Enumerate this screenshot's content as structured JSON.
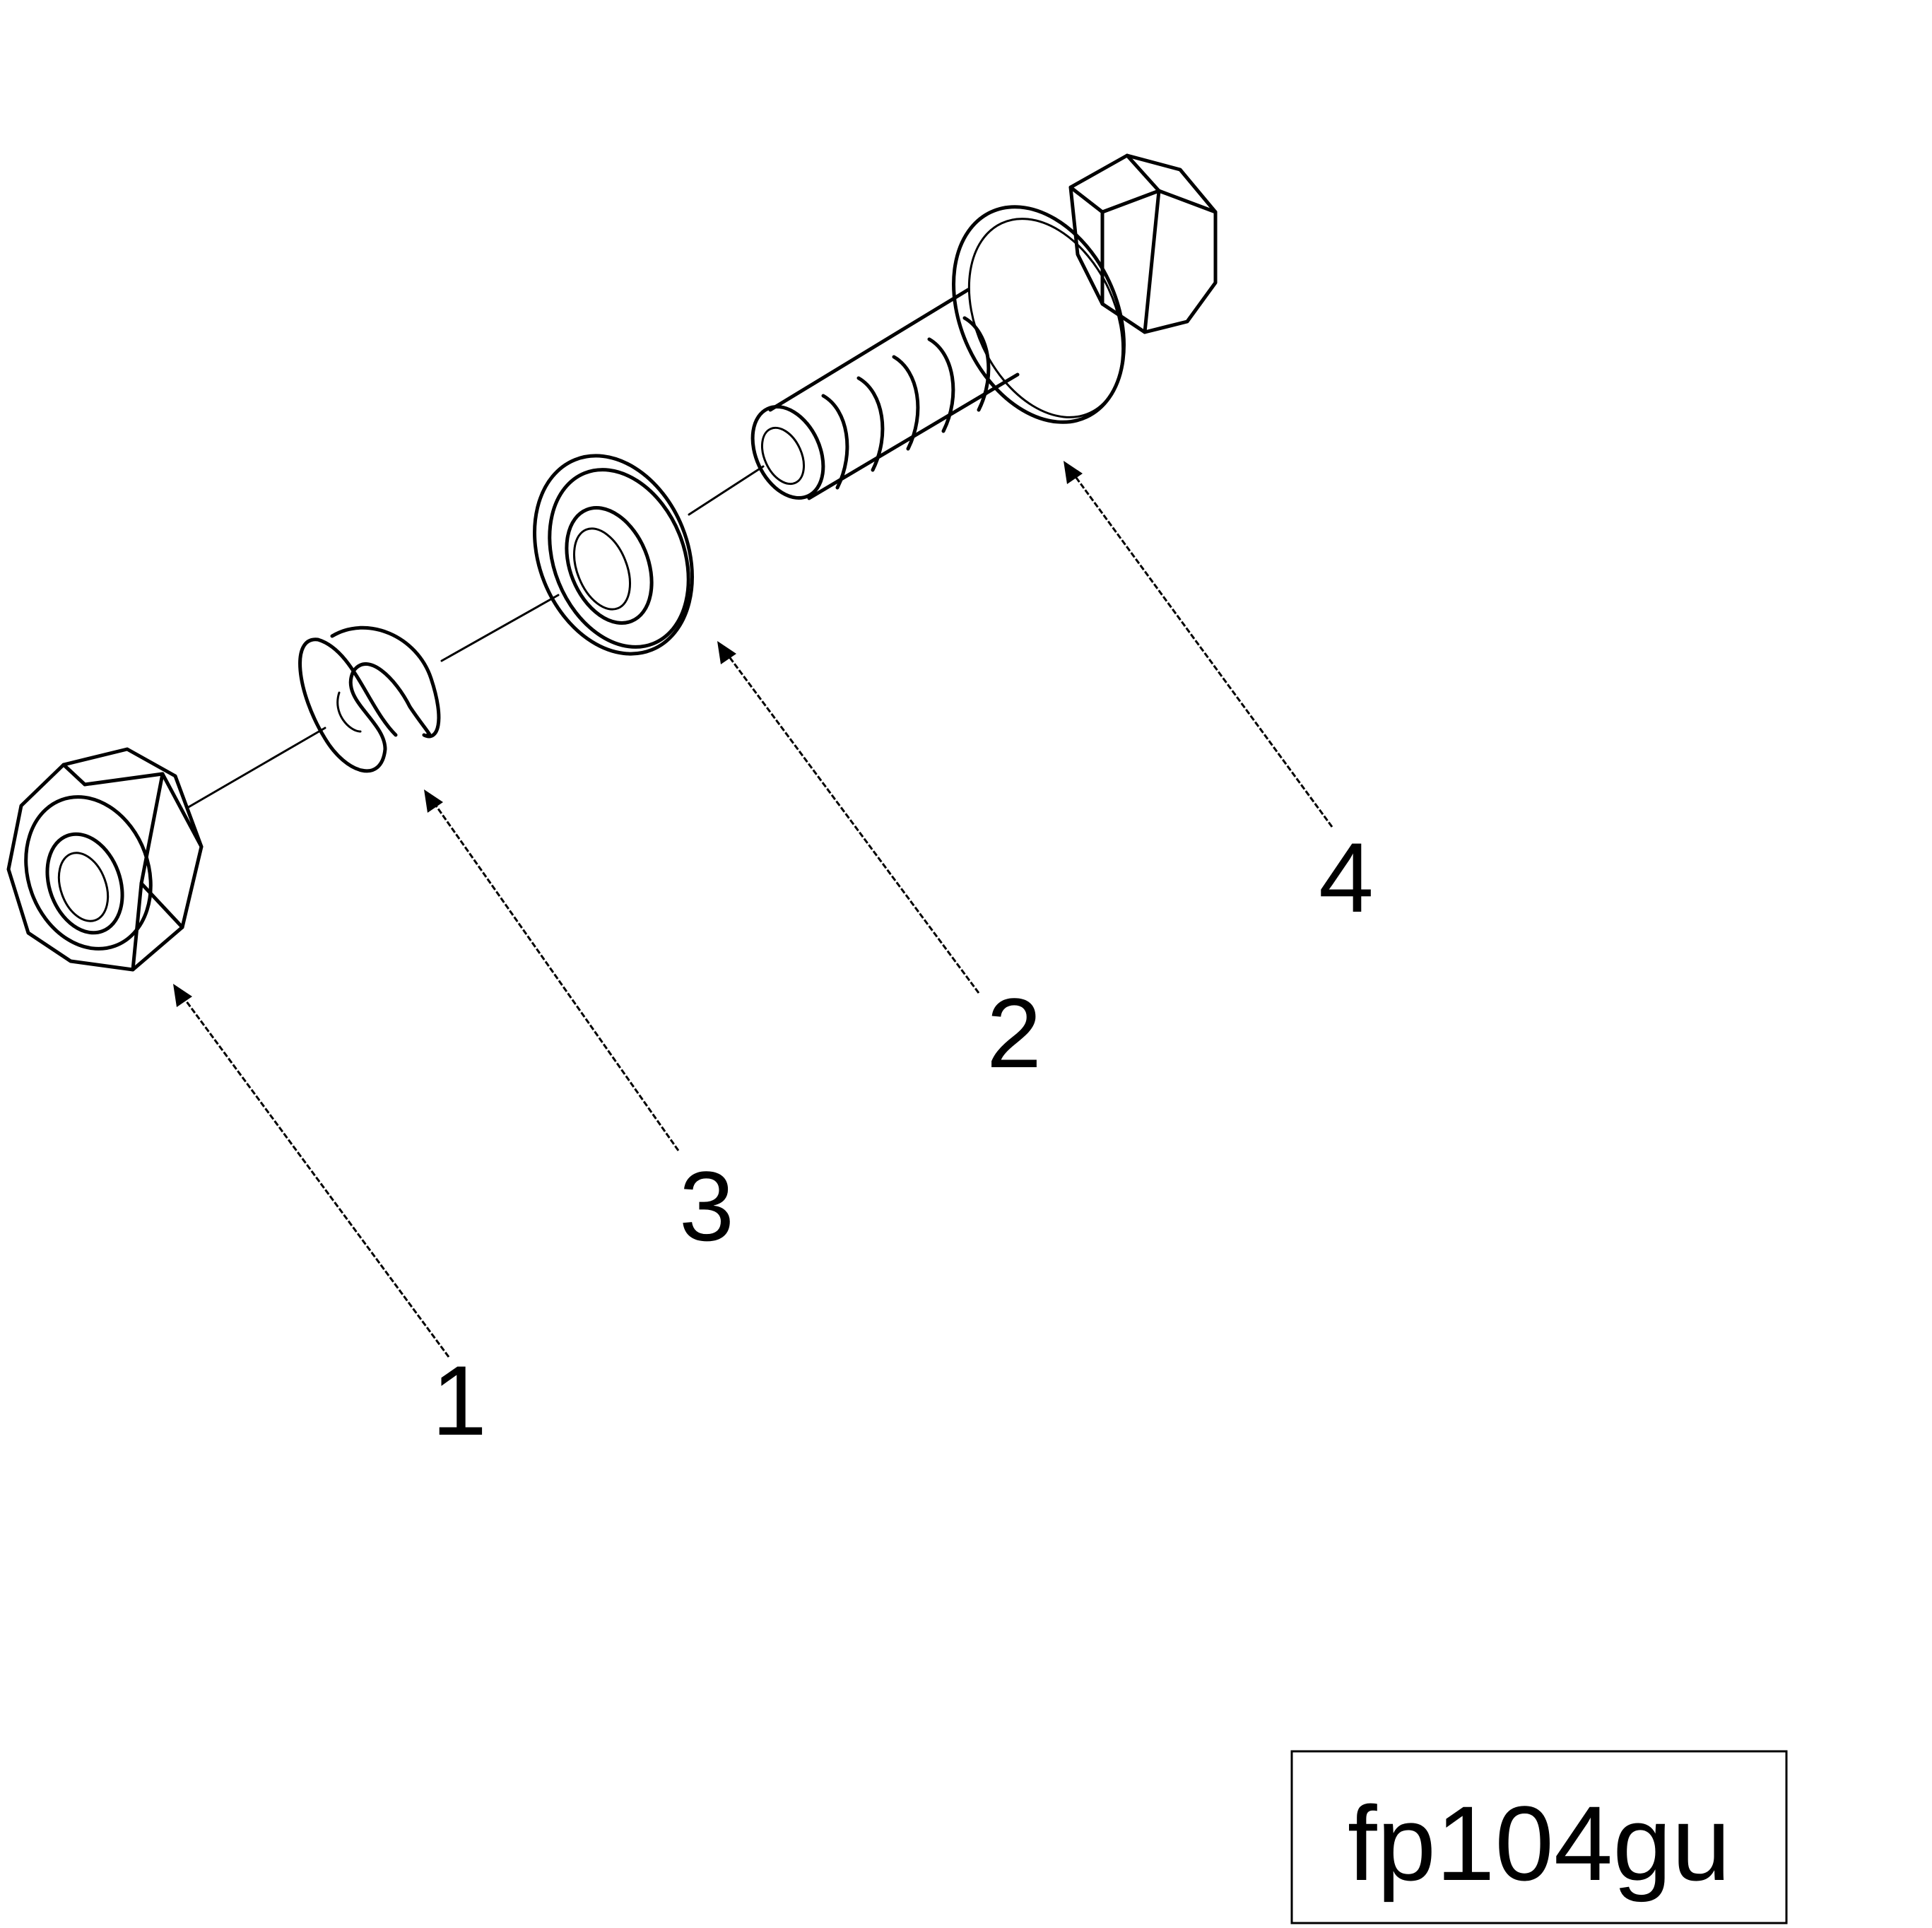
{
  "callouts": [
    {
      "id": "nut",
      "label": "1"
    },
    {
      "id": "flat-washer",
      "label": "2"
    },
    {
      "id": "lock-washer",
      "label": "3"
    },
    {
      "id": "bolt",
      "label": "4"
    }
  ],
  "figure_id": "fp104gu"
}
